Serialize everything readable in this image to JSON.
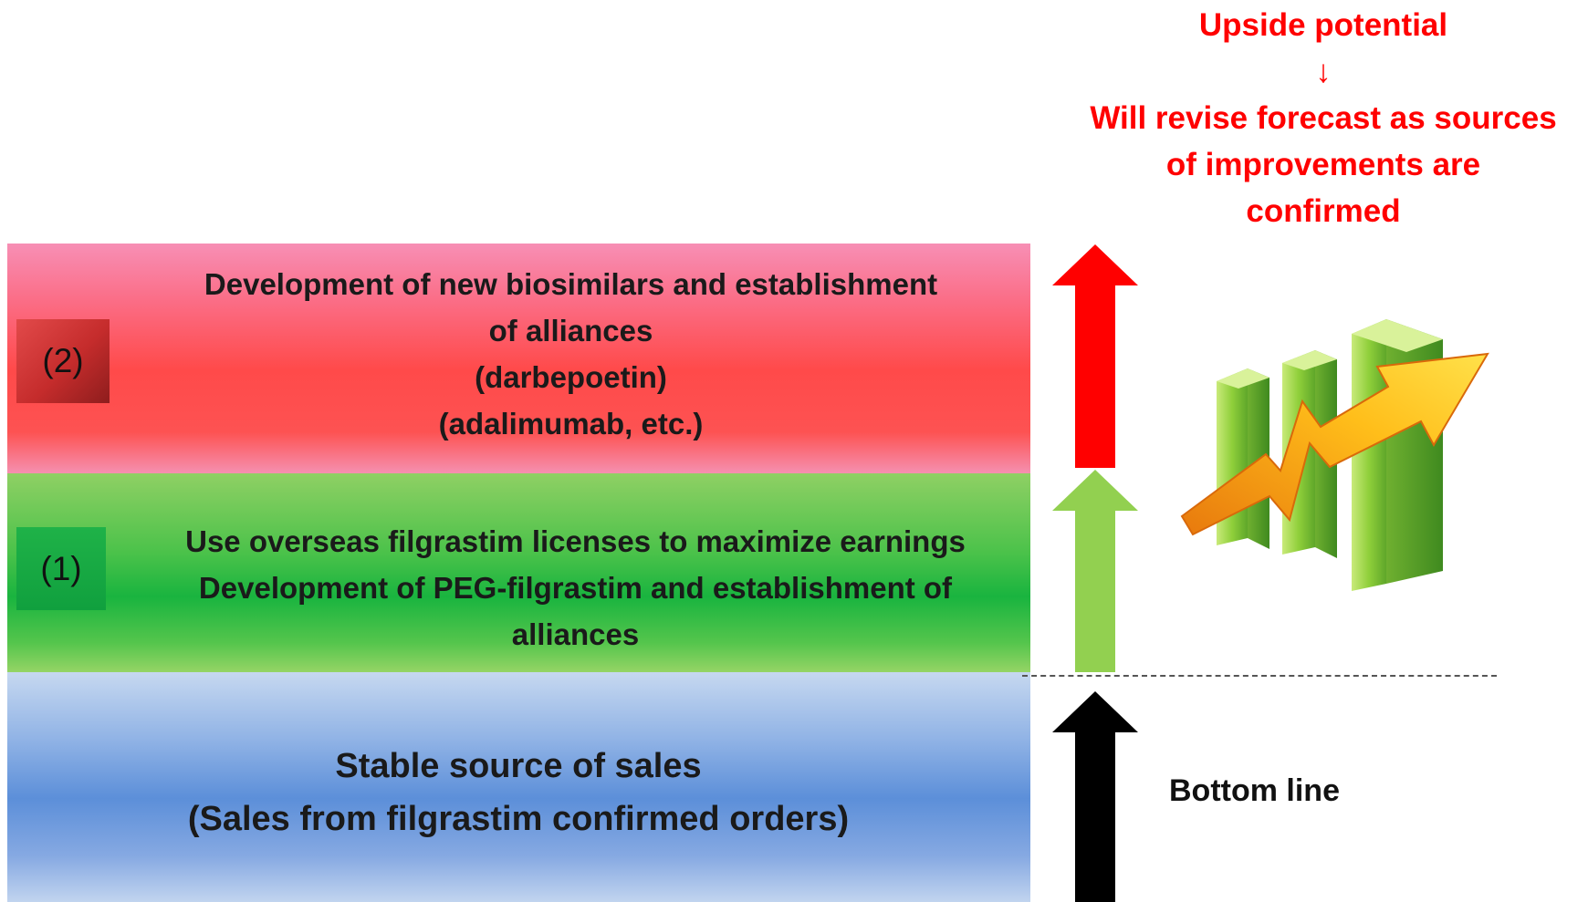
{
  "upside_note": {
    "line1": "Upside potential",
    "arrow": "↓",
    "line2": "Will revise forecast as sources",
    "line3": "of improvements are",
    "line4": "confirmed"
  },
  "band2": {
    "tag": "(2)",
    "lines": [
      "Development of new biosimilars and establishment",
      "of alliances",
      "(darbepoetin)",
      "(adalimumab, etc.)"
    ]
  },
  "band1": {
    "tag": "(1)",
    "lines": [
      "Use overseas filgrastim licenses to maximize earnings",
      "Development of PEG-filgrastim and establishment of",
      "alliances"
    ]
  },
  "band0": {
    "lines": [
      "Stable source of sales",
      "(Sales from filgrastim confirmed orders)"
    ]
  },
  "bottom_line_label": "Bottom line",
  "icons": {
    "growth": "bar-chart-growth-icon",
    "up_red": "red-up-arrow",
    "up_green": "green-up-arrow",
    "up_black": "black-up-arrow"
  },
  "colors": {
    "upside_text": "#ff0000",
    "arrow_red": "#ff0000",
    "arrow_green": "#92d050",
    "arrow_black": "#000000"
  }
}
